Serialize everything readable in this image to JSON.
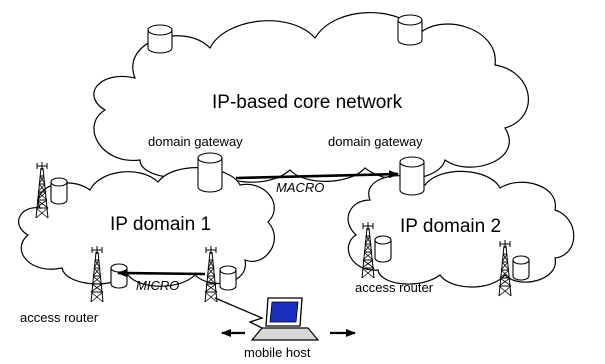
{
  "labels": {
    "core": "IP-based core network",
    "gateway_left": "domain gateway",
    "gateway_right": "domain gateway",
    "domain1": "IP domain 1",
    "domain2": "IP domain 2",
    "macro": "MACRO",
    "micro": "MICRO",
    "access_router_left": "access router",
    "access_router_right": "access router",
    "mobile_host": "mobile host"
  }
}
